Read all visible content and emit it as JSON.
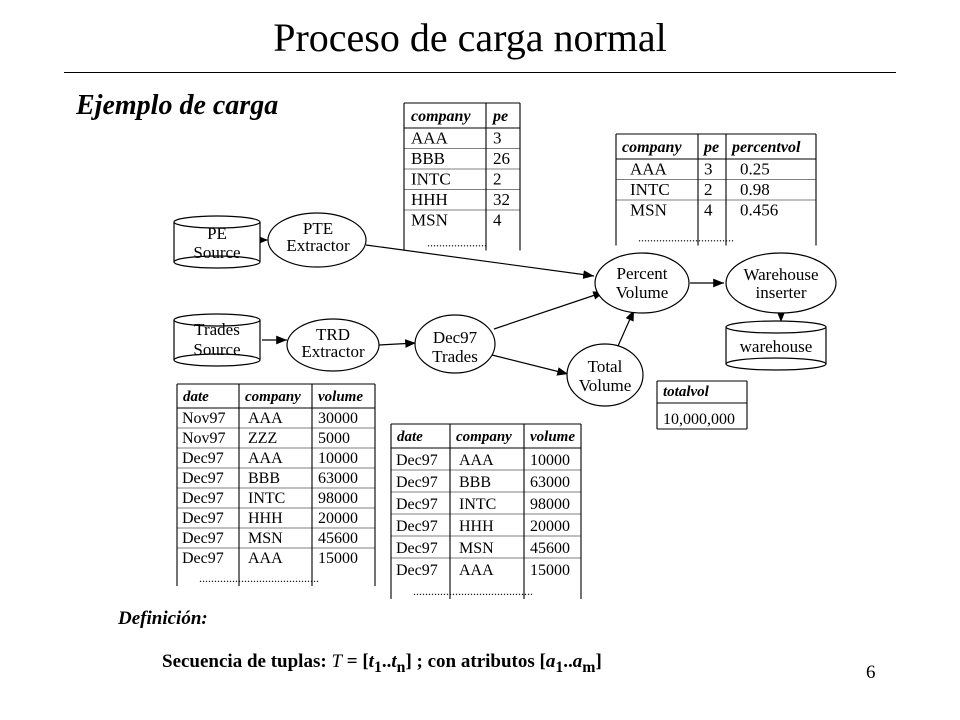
{
  "slide": {
    "title": "Proceso de carga normal",
    "section_heading": "Ejemplo de carga",
    "page_number": "6"
  },
  "definition": {
    "label": "Definición:",
    "prefix": "Secuencia de tuplas: ",
    "t_symbol": "T",
    "equals_open": " = [",
    "t_first": "t",
    "t_first_sub": "1",
    "range_dots": "..",
    "t_last": "t",
    "t_last_sub": "n",
    "mid": "] ;  con atributos [",
    "a_first": "a",
    "a_first_sub": "1",
    "a_last": "a",
    "a_last_sub": "m",
    "close": "]"
  },
  "nodes": {
    "pe_source": [
      "PE",
      "Source"
    ],
    "trades_source": [
      "Trades",
      "Source"
    ],
    "warehouse_db": [
      "warehouse"
    ],
    "pte_extractor": [
      "PTE",
      "Extractor"
    ],
    "trd_extractor": [
      "TRD",
      "Extractor"
    ],
    "dec97_trades": [
      "Dec97",
      "Trades"
    ],
    "percent_volume": [
      "Percent",
      "Volume"
    ],
    "total_volume": [
      "Total",
      "Volume"
    ],
    "warehouse_inserter": [
      "Warehouse",
      "inserter"
    ]
  },
  "tables": {
    "pe_table": {
      "columns": [
        "company",
        "pe"
      ],
      "rows": [
        [
          "AAA",
          "3"
        ],
        [
          "BBB",
          "26"
        ],
        [
          "INTC",
          "2"
        ],
        [
          "HHH",
          "32"
        ],
        [
          "MSN",
          "4"
        ]
      ],
      "ellipsis": "...................."
    },
    "percentvol_table": {
      "columns": [
        "company",
        "pe",
        "percentvol"
      ],
      "rows": [
        [
          "AAA",
          "3",
          "0.25"
        ],
        [
          "INTC",
          "2",
          "0.98"
        ],
        [
          "MSN",
          "4",
          "0.456"
        ]
      ],
      "ellipsis": "................................"
    },
    "trades_table": {
      "columns": [
        "date",
        "company",
        "volume"
      ],
      "rows": [
        [
          "Nov97",
          "AAA",
          "30000"
        ],
        [
          "Nov97",
          "ZZZ",
          "5000"
        ],
        [
          "Dec97",
          "AAA",
          "10000"
        ],
        [
          "Dec97",
          "BBB",
          "63000"
        ],
        [
          "Dec97",
          "INTC",
          "98000"
        ],
        [
          "Dec97",
          "HHH",
          "20000"
        ],
        [
          "Dec97",
          "MSN",
          "45600"
        ],
        [
          "Dec97",
          "AAA",
          "15000"
        ]
      ],
      "ellipsis": "........................................"
    },
    "dec97_table": {
      "columns": [
        "date",
        "company",
        "volume"
      ],
      "rows": [
        [
          "Dec97",
          "AAA",
          "10000"
        ],
        [
          "Dec97",
          "BBB",
          "63000"
        ],
        [
          "Dec97",
          "INTC",
          "98000"
        ],
        [
          "Dec97",
          "HHH",
          "20000"
        ],
        [
          "Dec97",
          "MSN",
          "45600"
        ],
        [
          "Dec97",
          "AAA",
          "15000"
        ]
      ],
      "ellipsis": "........................................"
    },
    "totalvol_table": {
      "columns": [
        "totalvol"
      ],
      "rows": [
        [
          "10,000,000"
        ]
      ]
    }
  }
}
